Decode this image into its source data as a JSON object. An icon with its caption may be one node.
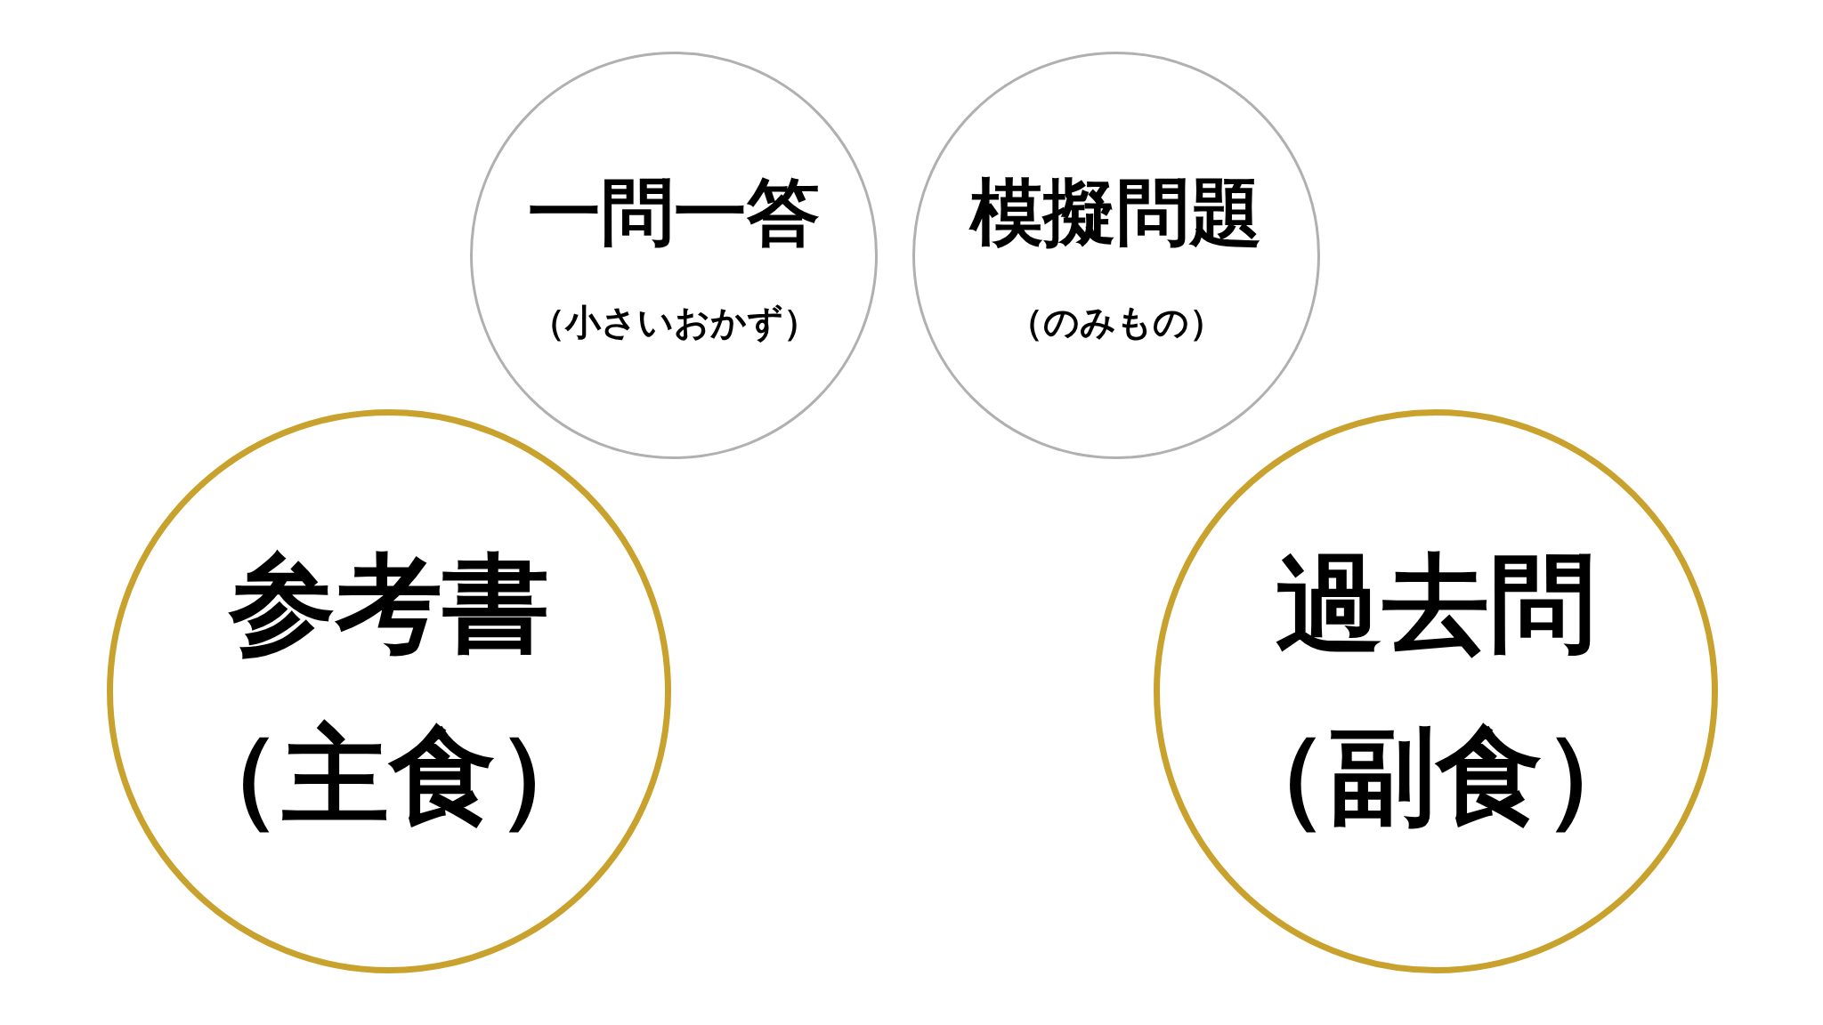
{
  "diagram": {
    "nodes": [
      {
        "text": [
          "一問一答",
          "（小さいおかず）"
        ]
      },
      {
        "text": [
          "模擬問題",
          "（のみもの）"
        ]
      },
      {
        "text": [
          "参考書",
          "（主食）"
        ]
      },
      {
        "text": [
          "過去問",
          "（副食）"
        ]
      }
    ]
  }
}
